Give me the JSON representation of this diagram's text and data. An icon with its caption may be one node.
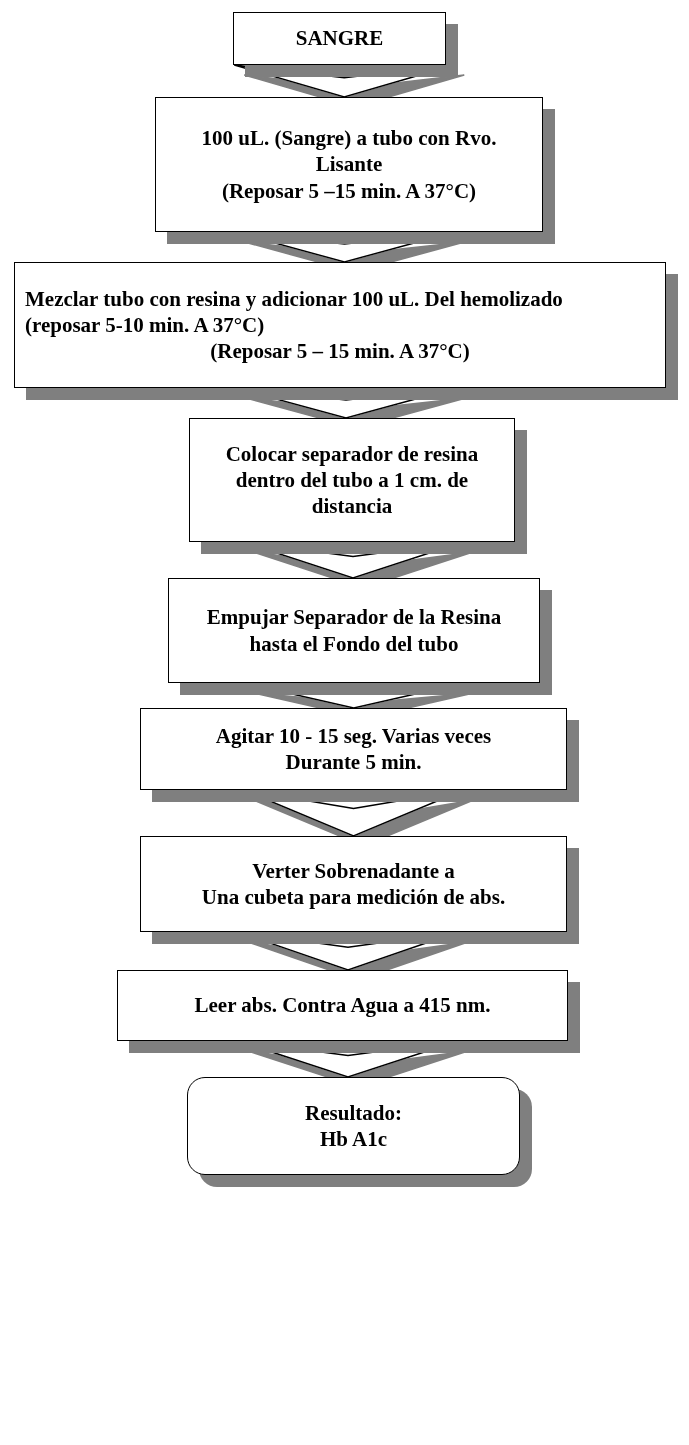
{
  "diagram": {
    "nodes": [
      {
        "text": [
          "SANGRE"
        ]
      },
      {
        "text": [
          "100 uL. (Sangre) a tubo con Rvo. Lisante",
          "(Reposar 5 –15 min. A 37°C)"
        ]
      },
      {
        "text": [
          "Mezclar tubo con resina y adicionar 100 uL. Del hemolizado (reposar 5-10 min. A 37°C)",
          "(Reposar 5 – 15 min. A 37°C)"
        ]
      },
      {
        "text": [
          "Colocar separador de resina dentro del tubo a 1 cm. de distancia"
        ]
      },
      {
        "text": [
          "Empujar Separador de la Resina hasta el Fondo del tubo"
        ]
      },
      {
        "text": [
          "Agitar 10 - 15 seg. Varias veces",
          "Durante 5 min."
        ]
      },
      {
        "text": [
          "Verter Sobrenadante a",
          "Una cubeta para medición de abs."
        ]
      },
      {
        "text": [
          "Leer abs. Contra Agua a 415 nm."
        ]
      },
      {
        "text": [
          "Resultado:",
          "Hb A1c"
        ]
      }
    ],
    "edges": [
      {
        "from": 0,
        "to": 1,
        "arrow": "to"
      },
      {
        "from": 1,
        "to": 2,
        "arrow": "to"
      },
      {
        "from": 2,
        "to": 3,
        "arrow": "to"
      },
      {
        "from": 3,
        "to": 4,
        "arrow": "to"
      },
      {
        "from": 4,
        "to": 5,
        "arrow": "to"
      },
      {
        "from": 5,
        "to": 6,
        "arrow": "to"
      },
      {
        "from": 6,
        "to": 7,
        "arrow": "to"
      },
      {
        "from": 7,
        "to": 8,
        "arrow": "to"
      }
    ]
  }
}
